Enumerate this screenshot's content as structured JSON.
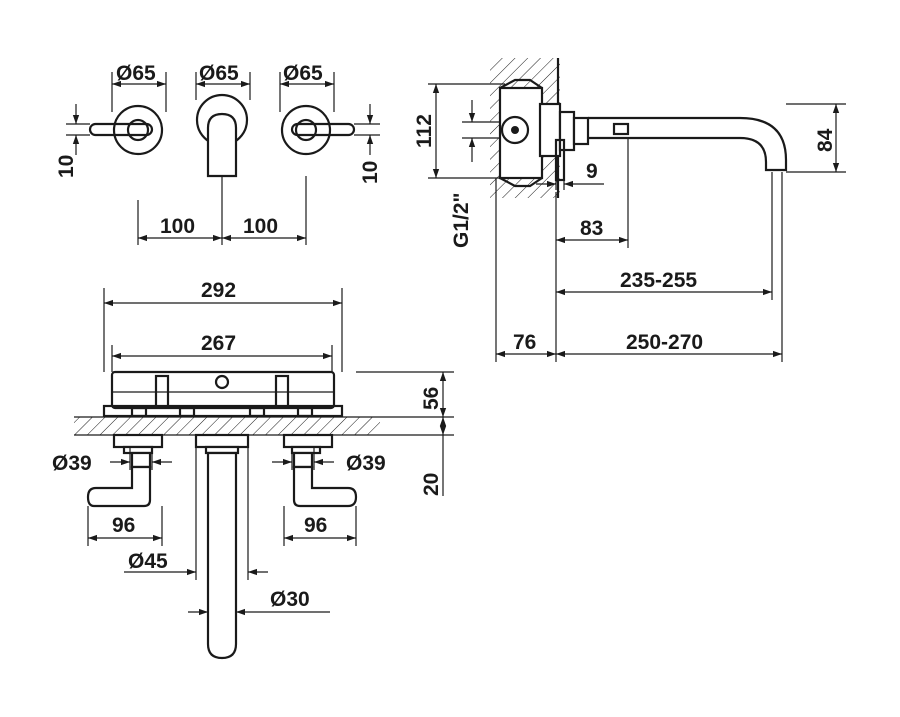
{
  "dimensions": {
    "top_view": {
      "dia_left": "Ø65",
      "dia_center": "Ø65",
      "dia_right": "Ø65",
      "lever_thickness_left": "10",
      "lever_thickness_right": "10",
      "spacing_left": "100",
      "spacing_right": "100"
    },
    "side_view": {
      "height_112": "112",
      "thread": "G1/2\"",
      "spout_height": "84",
      "dim_9": "9",
      "dim_83": "83",
      "range_235": "235-255",
      "wall_76": "76",
      "range_250": "250-270"
    },
    "front_view": {
      "width_292": "292",
      "width_267": "267",
      "depth_56": "56",
      "depth_20": "20",
      "dia_left_39": "Ø39",
      "dia_right_39": "Ø39",
      "lever_left_96": "96",
      "lever_right_96": "96",
      "dia_45": "Ø45",
      "dia_30": "Ø30"
    }
  }
}
